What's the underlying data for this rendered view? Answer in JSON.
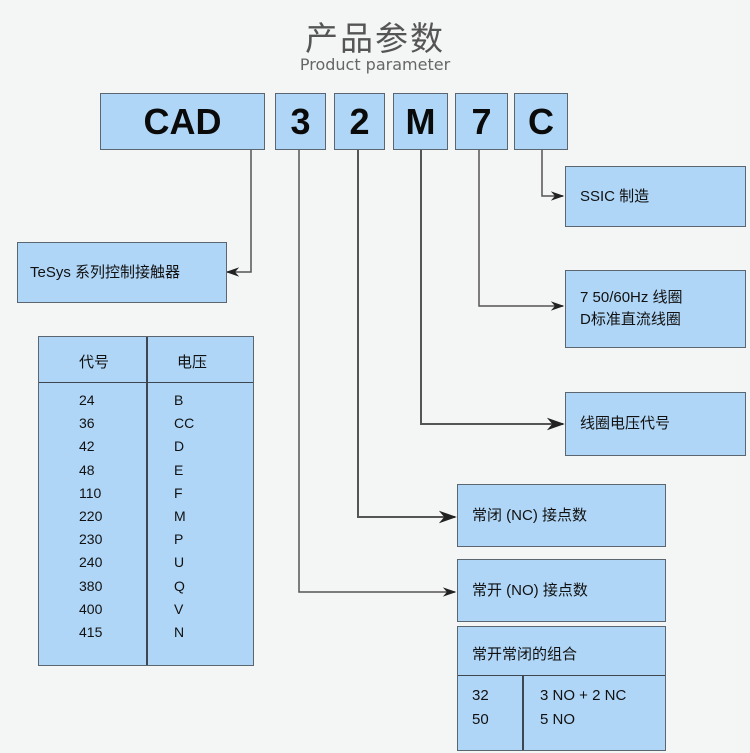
{
  "header": {
    "title": "产品参数",
    "subtitle": "Product parameter"
  },
  "model_codes": [
    {
      "code": "CAD",
      "meaning": "TeSys 系列控制接触器"
    },
    {
      "code": "3",
      "meaning": "常开 (NO) 接点数"
    },
    {
      "code": "2",
      "meaning": "常闭 (NC) 接点数"
    },
    {
      "code": "M",
      "meaning": "线圈电压代号"
    },
    {
      "code": "7",
      "meaning_lines": [
        "7 50/60Hz 线圈",
        "D标准直流线圈"
      ]
    },
    {
      "code": "C",
      "meaning": "SSIC 制造"
    }
  ],
  "voltage_table": {
    "headers": [
      "代号",
      "电压"
    ],
    "rows": [
      [
        "24",
        "B"
      ],
      [
        "36",
        "CC"
      ],
      [
        "42",
        "D"
      ],
      [
        "48",
        "E"
      ],
      [
        "110",
        "F"
      ],
      [
        "220",
        "M"
      ],
      [
        "230",
        "P"
      ],
      [
        "240",
        "U"
      ],
      [
        "380",
        "Q"
      ],
      [
        "400",
        "V"
      ],
      [
        "415",
        "N"
      ]
    ]
  },
  "combo_table": {
    "title": "常开常闭的组合",
    "rows": [
      [
        "32",
        "3 NO + 2 NC"
      ],
      [
        "50",
        "5 NO"
      ]
    ]
  },
  "colors": {
    "box_fill": "#b0d6f7",
    "box_border": "#5b6670",
    "background": "#f4f5f5",
    "connector": "#555555"
  }
}
